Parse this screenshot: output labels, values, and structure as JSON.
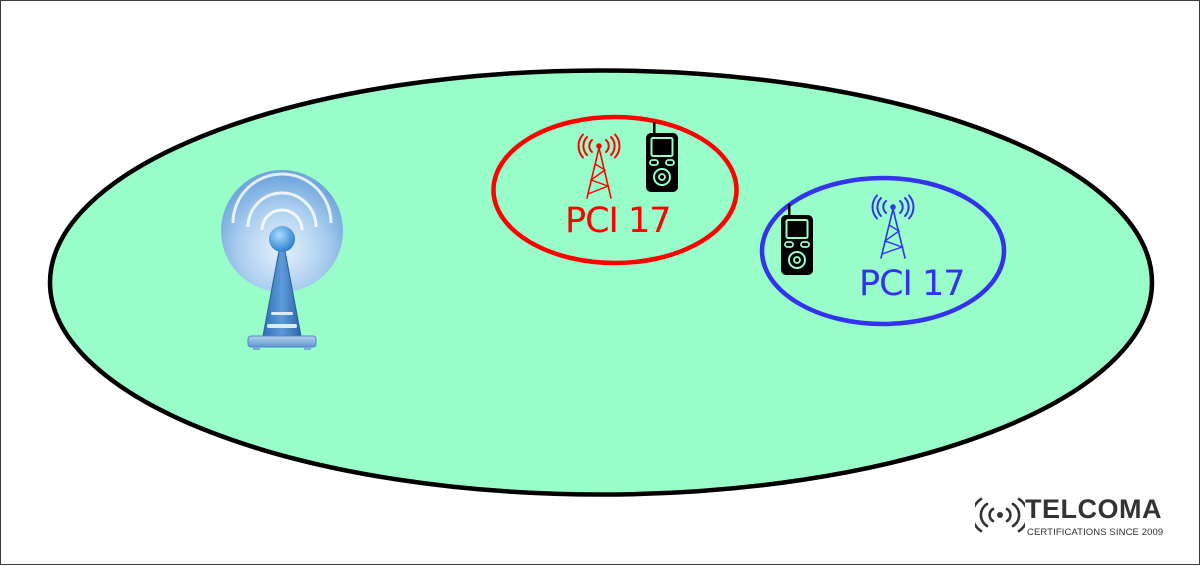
{
  "diagram": {
    "coverage_area": {
      "fill": "#99fdc9",
      "stroke": "#000000"
    },
    "macro_site": {
      "icon": "broadcast-tower-icon",
      "color": "#5b9bd5"
    },
    "cells": [
      {
        "label": "PCI 17",
        "color": "#ff0000",
        "tower_icon": "cell-tower-icon",
        "device_icon": "handheld-device-icon"
      },
      {
        "label": "PCI 17",
        "color": "#3333ee",
        "tower_icon": "cell-tower-icon",
        "device_icon": "handheld-device-icon"
      }
    ]
  },
  "logo": {
    "title": "TELCOMA",
    "subtitle": "CERTIFICATIONS SINCE 2009",
    "icon": "wireless-signal-icon",
    "color": "#333333"
  }
}
